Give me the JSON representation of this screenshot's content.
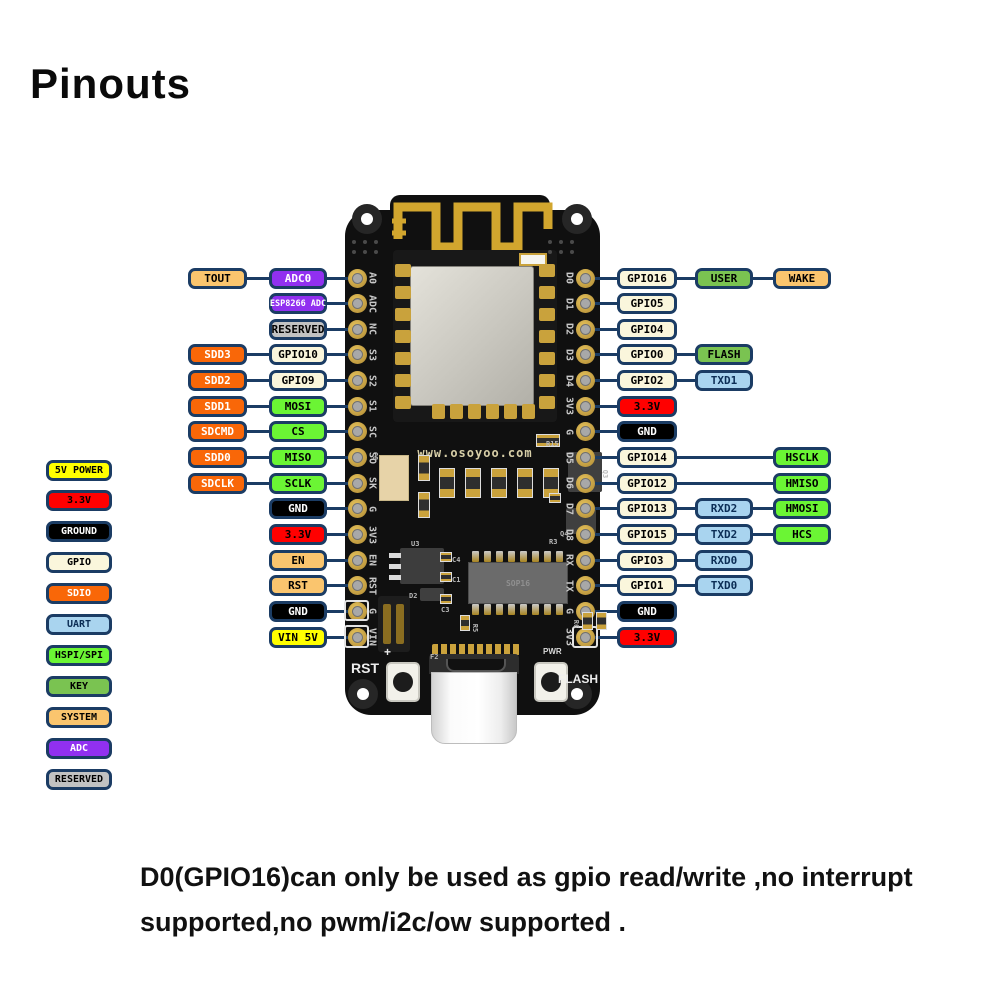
{
  "title": "Pinouts",
  "note": {
    "line1": "D0(GPIO16)can only be used as gpio read/write ,no interrupt",
    "line2": "supported,no pwm/i2c/ow supported ."
  },
  "colors": {
    "v5": {
      "bg": "#FFFF00",
      "fg": "#000000"
    },
    "v33": {
      "bg": "#FF0000",
      "fg": "#000000"
    },
    "ground": {
      "bg": "#000000",
      "fg": "#FFFFFF"
    },
    "gpio": {
      "bg": "#FAF6DC",
      "fg": "#000000"
    },
    "sdio": {
      "bg": "#F96708",
      "fg": "#FFFFFF"
    },
    "uart": {
      "bg": "#A9D4EF",
      "fg": "#0B2D55"
    },
    "hspi": {
      "bg": "#6BF534",
      "fg": "#000000"
    },
    "key": {
      "bg": "#7AC351",
      "fg": "#000000"
    },
    "system": {
      "bg": "#FAC56E",
      "fg": "#000000"
    },
    "adc": {
      "bg": "#9130F0",
      "fg": "#FFFFFF"
    },
    "reserved": {
      "bg": "#C2C2C2",
      "fg": "#000000"
    },
    "wire": "#1B3C64"
  },
  "legend": [
    {
      "label": "5V POWER",
      "type": "v5"
    },
    {
      "label": "3.3V",
      "type": "v33"
    },
    {
      "label": "GROUND",
      "type": "ground"
    },
    {
      "label": "GPIO",
      "type": "gpio"
    },
    {
      "label": "SDIO",
      "type": "sdio"
    },
    {
      "label": "UART",
      "type": "uart"
    },
    {
      "label": "HSPI/SPI",
      "type": "hspi"
    },
    {
      "label": "KEY",
      "type": "key"
    },
    {
      "label": "SYSTEM",
      "type": "system"
    },
    {
      "label": "ADC",
      "type": "adc"
    },
    {
      "label": "RESERVED",
      "type": "reserved"
    }
  ],
  "left_rows": [
    [
      {
        "col": 0,
        "label": "TOUT",
        "type": "system"
      },
      {
        "col": 1,
        "label": "ADC0",
        "type": "adc"
      }
    ],
    [
      {
        "col": 1,
        "label": "ESP8266 ADC",
        "type": "adc",
        "small": true
      }
    ],
    [
      {
        "col": 1,
        "label": "RESERVED",
        "type": "reserved"
      }
    ],
    [
      {
        "col": 0,
        "label": "SDD3",
        "type": "sdio"
      },
      {
        "col": 1,
        "label": "GPIO10",
        "type": "gpio"
      }
    ],
    [
      {
        "col": 0,
        "label": "SDD2",
        "type": "sdio"
      },
      {
        "col": 1,
        "label": "GPIO9",
        "type": "gpio"
      }
    ],
    [
      {
        "col": 0,
        "label": "SDD1",
        "type": "sdio"
      },
      {
        "col": 1,
        "label": "MOSI",
        "type": "hspi"
      }
    ],
    [
      {
        "col": 0,
        "label": "SDCMD",
        "type": "sdio"
      },
      {
        "col": 1,
        "label": "CS",
        "type": "hspi"
      }
    ],
    [
      {
        "col": 0,
        "label": "SDD0",
        "type": "sdio"
      },
      {
        "col": 1,
        "label": "MISO",
        "type": "hspi"
      }
    ],
    [
      {
        "col": 0,
        "label": "SDCLK",
        "type": "sdio"
      },
      {
        "col": 1,
        "label": "SCLK",
        "type": "hspi"
      }
    ],
    [
      {
        "col": 1,
        "label": "GND",
        "type": "ground"
      }
    ],
    [
      {
        "col": 1,
        "label": "3.3V",
        "type": "v33"
      }
    ],
    [
      {
        "col": 1,
        "label": "EN",
        "type": "system"
      }
    ],
    [
      {
        "col": 1,
        "label": "RST",
        "type": "system"
      }
    ],
    [
      {
        "col": 1,
        "label": "GND",
        "type": "ground"
      }
    ],
    [
      {
        "col": 1,
        "label": "VIN 5V",
        "type": "v5"
      }
    ]
  ],
  "right_rows": [
    [
      {
        "col": 0,
        "label": "GPIO16",
        "type": "gpio"
      },
      {
        "col": 1,
        "label": "USER",
        "type": "key"
      },
      {
        "col": 2,
        "label": "WAKE",
        "type": "system"
      }
    ],
    [
      {
        "col": 0,
        "label": "GPIO5",
        "type": "gpio"
      }
    ],
    [
      {
        "col": 0,
        "label": "GPIO4",
        "type": "gpio"
      }
    ],
    [
      {
        "col": 0,
        "label": "GPIO0",
        "type": "gpio"
      },
      {
        "col": 1,
        "label": "FLASH",
        "type": "key"
      }
    ],
    [
      {
        "col": 0,
        "label": "GPIO2",
        "type": "gpio"
      },
      {
        "col": 1,
        "label": "TXD1",
        "type": "uart"
      }
    ],
    [
      {
        "col": 0,
        "label": "3.3V",
        "type": "v33"
      }
    ],
    [
      {
        "col": 0,
        "label": "GND",
        "type": "ground"
      }
    ],
    [
      {
        "col": 0,
        "label": "GPIO14",
        "type": "gpio"
      },
      {
        "col": 2,
        "label": "HSCLK",
        "type": "hspi"
      }
    ],
    [
      {
        "col": 0,
        "label": "GPIO12",
        "type": "gpio"
      },
      {
        "col": 2,
        "label": "HMISO",
        "type": "hspi"
      }
    ],
    [
      {
        "col": 0,
        "label": "GPIO13",
        "type": "gpio"
      },
      {
        "col": 1,
        "label": "RXD2",
        "type": "uart"
      },
      {
        "col": 2,
        "label": "HMOSI",
        "type": "hspi"
      }
    ],
    [
      {
        "col": 0,
        "label": "GPIO15",
        "type": "gpio"
      },
      {
        "col": 1,
        "label": "TXD2",
        "type": "uart"
      },
      {
        "col": 2,
        "label": "HCS",
        "type": "hspi"
      }
    ],
    [
      {
        "col": 0,
        "label": "GPIO3",
        "type": "gpio"
      },
      {
        "col": 1,
        "label": "RXD0",
        "type": "uart"
      }
    ],
    [
      {
        "col": 0,
        "label": "GPIO1",
        "type": "gpio"
      },
      {
        "col": 1,
        "label": "TXD0",
        "type": "uart"
      }
    ],
    [
      {
        "col": 0,
        "label": "GND",
        "type": "ground"
      }
    ],
    [
      {
        "col": 0,
        "label": "3.3V",
        "type": "v33"
      }
    ]
  ],
  "board": {
    "left_pins": [
      "A0",
      "ADC",
      "NC",
      "S3",
      "S2",
      "S1",
      "SC",
      "SO",
      "SK",
      "G",
      "3V3",
      "EN",
      "RST",
      "G",
      "VIN"
    ],
    "right_pins": [
      "D0",
      "D1",
      "D2",
      "D3",
      "D4",
      "3V3",
      "G",
      "D5",
      "D6",
      "D7",
      "D8",
      "RX",
      "TX",
      "G",
      "3V3"
    ],
    "silkscreen": {
      "website": "www.osoyoo.com",
      "chip": "SOP16",
      "reset_button": "RST",
      "flash_button": "FLASH",
      "power_led": "PWR",
      "plus": "+"
    },
    "component_refs": [
      "C8",
      "R15",
      "Q3",
      "Q4",
      "U3",
      "D2",
      "C3",
      "C4",
      "C1",
      "R5",
      "R6",
      "R3",
      "F2"
    ]
  }
}
